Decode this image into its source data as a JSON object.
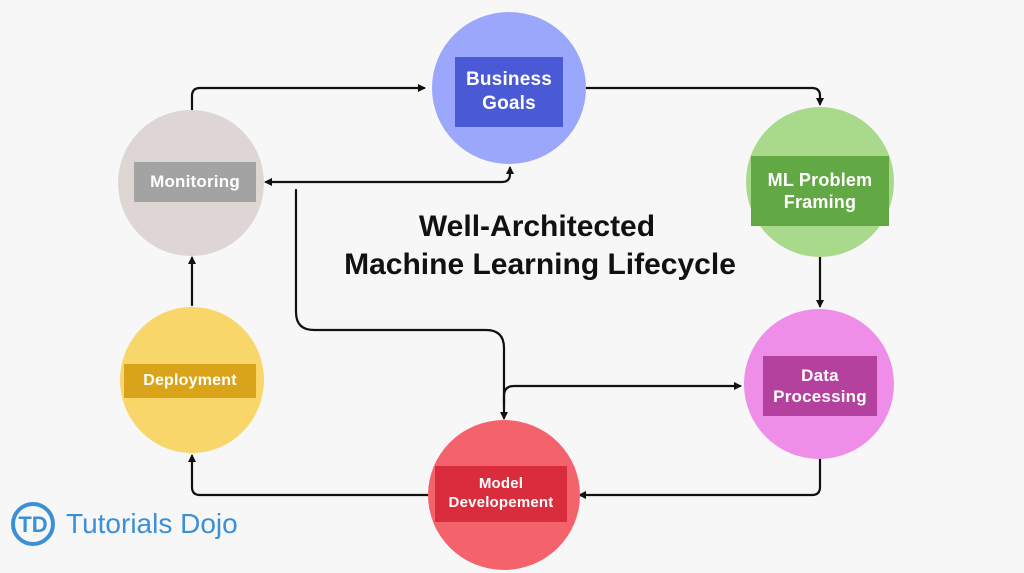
{
  "title": {
    "line1": "Well-Architected",
    "line2": "Machine Learning Lifecycle"
  },
  "nodes": {
    "business_goals": {
      "label_line1": "Business",
      "label_line2": "Goals",
      "circle_color": "#9aa7fb",
      "label_color": "#4a5ad6"
    },
    "ml_problem_framing": {
      "label_line1": "ML Problem",
      "label_line2": "Framing",
      "circle_color": "#a9d98a",
      "label_color": "#62a845"
    },
    "data_processing": {
      "label_line1": "Data",
      "label_line2": "Processing",
      "circle_color": "#ef8ee8",
      "label_color": "#b5419f"
    },
    "model_development": {
      "label_line1": "Model",
      "label_line2": "Developement",
      "circle_color": "#f4636b",
      "label_color": "#d92d3d"
    },
    "deployment": {
      "label": "Deployment",
      "circle_color": "#f8d66a",
      "label_color": "#d9a41a"
    },
    "monitoring": {
      "label": "Monitoring",
      "circle_color": "#ddd6d5",
      "label_color": "#a3a3a3"
    }
  },
  "logo": {
    "badge": "TD",
    "text": "Tutorials Dojo",
    "color": "#3a8fd6"
  },
  "arrow_color": "#111111"
}
